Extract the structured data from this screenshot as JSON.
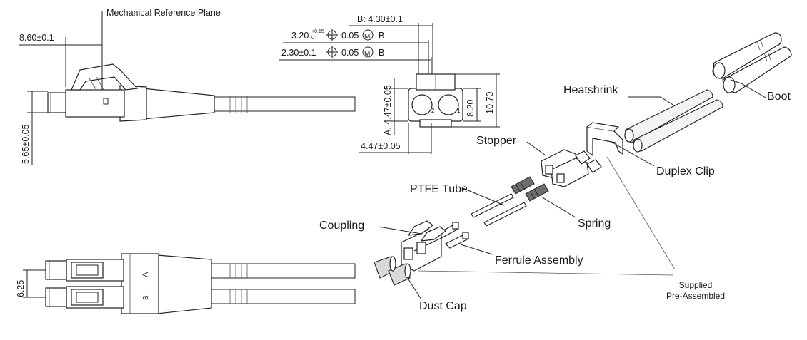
{
  "side_view": {
    "reference_plane": "Mechanical Reference Plane",
    "dim_length": "8.60±0.1",
    "dim_height": "5.65±0.05"
  },
  "end_view": {
    "dim_b": "B: 4.30±0.1",
    "dim_320": "3.20",
    "tol_320_plus": "+0.15",
    "tol_320_minus": "0",
    "dim_230": "2.30±0.1",
    "position_tol": "0.05",
    "material_modifier": "M",
    "datum": "B",
    "dim_a": "A: 4.47±0.05",
    "dim_bottom": "4.47±0.05",
    "dim_820": "8.20",
    "dim_1070": "10.70"
  },
  "bottom_view": {
    "dim_pitch": "6.25"
  },
  "exploded": {
    "labels": {
      "heatshrink": "Heatshrink",
      "boot": "Boot",
      "stopper": "Stopper",
      "duplex_clip": "Duplex Clip",
      "ptfe_tube": "PTFE Tube",
      "spring": "Spring",
      "coupling": "Coupling",
      "ferrule_assembly": "Ferrule Assembly",
      "dust_cap": "Dust Cap",
      "supplied_line1": "Supplied",
      "supplied_line2": "Pre-Assembled"
    }
  }
}
